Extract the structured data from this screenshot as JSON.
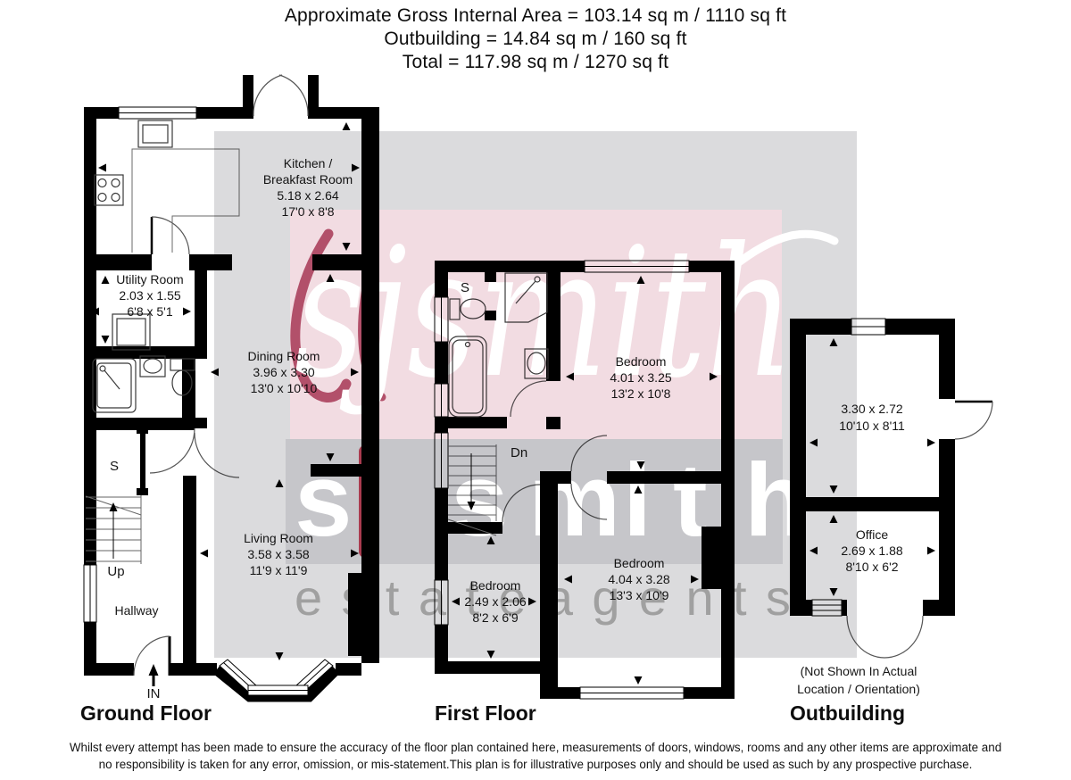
{
  "header": {
    "line1": "Approximate Gross Internal Area = 103.14 sq m / 1110 sq ft",
    "line2": "Outbuilding = 14.84 sq m / 160 sq ft",
    "line3": "Total = 117.98 sq m / 1270 sq ft"
  },
  "plans": {
    "ground_floor": {
      "title": "Ground Floor",
      "rooms": {
        "kitchen": {
          "name_line1": "Kitchen /",
          "name_line2": "Breakfast Room",
          "dims_m": "5.18 x 2.64",
          "dims_ft": "17'0 x 8'8"
        },
        "utility": {
          "name": "Utility Room",
          "dims_m": "2.03 x 1.55",
          "dims_ft": "6'8 x 5'1"
        },
        "dining": {
          "name": "Dining Room",
          "dims_m": "3.96 x 3.30",
          "dims_ft": "13'0 x 10'10"
        },
        "living": {
          "name": "Living Room",
          "dims_m": "3.58 x 3.58",
          "dims_ft": "11'9 x 11'9"
        },
        "hallway": {
          "name": "Hallway"
        },
        "store": {
          "label": "S"
        },
        "stairs": {
          "label": "Up"
        },
        "entrance": {
          "label": "IN"
        }
      }
    },
    "first_floor": {
      "title": "First Floor",
      "rooms": {
        "bedroom1": {
          "name": "Bedroom",
          "dims_m": "4.01 x 3.25",
          "dims_ft": "13'2 x 10'8"
        },
        "bedroom2": {
          "name": "Bedroom",
          "dims_m": "4.04 x 3.28",
          "dims_ft": "13'3 x 10'9"
        },
        "bedroom3": {
          "name": "Bedroom",
          "dims_m": "2.49 x 2.06",
          "dims_ft": "8'2 x 6'9"
        },
        "stairs": {
          "label": "Dn"
        },
        "store": {
          "label": "S"
        }
      }
    },
    "outbuilding": {
      "title": "Outbuilding",
      "rooms": {
        "room": {
          "dims_m": "3.30 x 2.72",
          "dims_ft": "10'10 x 8'11"
        },
        "office": {
          "name": "Office",
          "dims_m": "2.69 x 1.88",
          "dims_ft": "8'10 x 6'2"
        }
      },
      "note_line1": "(Not Shown In Actual",
      "note_line2": "Location / Orientation)"
    }
  },
  "watermark": {
    "script": "sjsmith",
    "band_letters": [
      "s",
      "s",
      "m",
      "i",
      "t",
      "h"
    ],
    "estate_letters": [
      "e",
      "s",
      "t",
      "a",
      "t",
      "e",
      "a",
      "g",
      "e",
      "n",
      "t",
      "s"
    ],
    "colors": {
      "grey_square": "#dbdbdd",
      "red_square_tint": "#f2dce2",
      "band_grey": "#c6c6ca",
      "accent_red": "#aa3c50",
      "letter_grey": "#a0a0a0"
    }
  },
  "disclaimer": {
    "line1": "Whilst every attempt has been made to ensure the accuracy of the floor plan contained here, measurements of doors, windows, rooms and any other items are approximate and",
    "line2": "no responsibility is taken for any error, omission, or mis-statement.This plan is for illustrative purposes only and should be used as such by any prospective purchase."
  }
}
